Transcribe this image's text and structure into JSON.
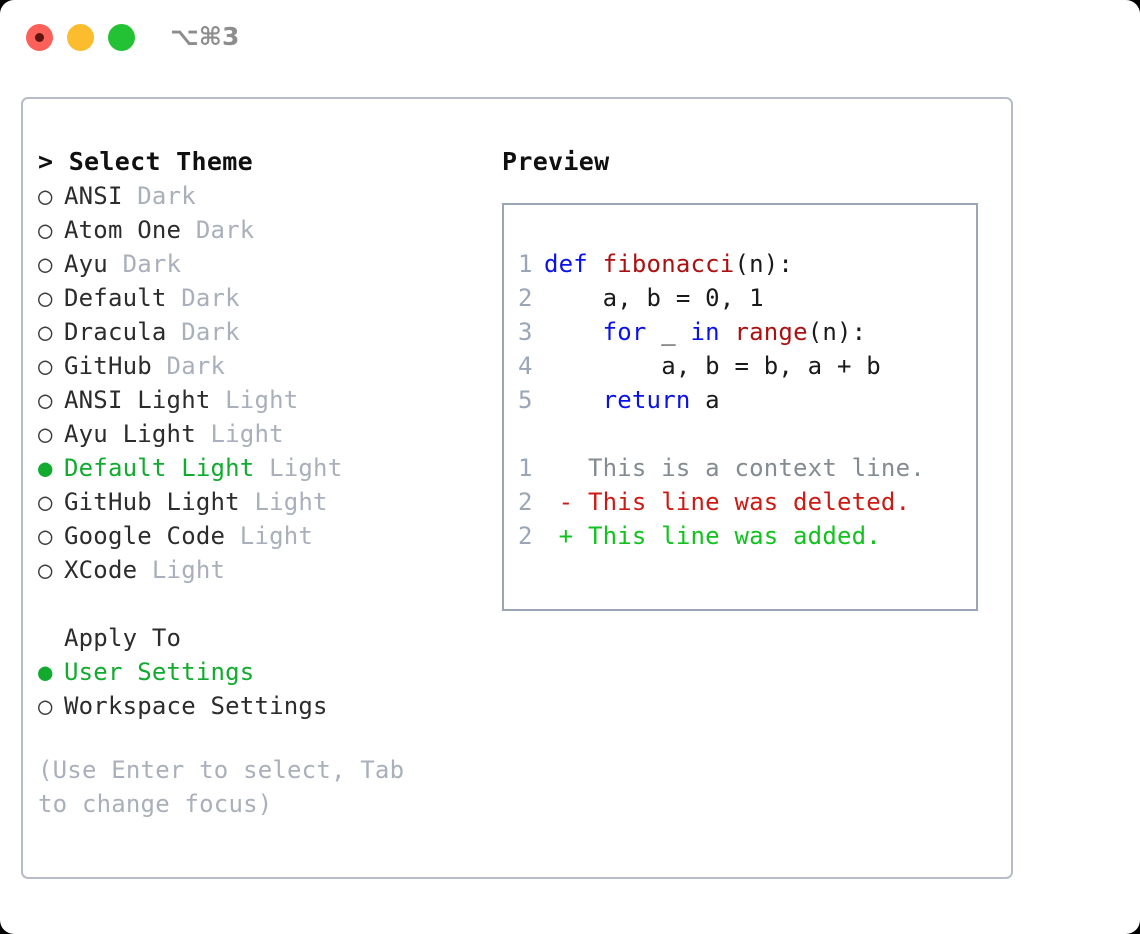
{
  "window": {
    "title": "⌥⌘3",
    "controls": [
      {
        "name": "close",
        "color": "#fb6159"
      },
      {
        "name": "minimize",
        "color": "#fbbd2e"
      },
      {
        "name": "maximize",
        "color": "#23c234"
      }
    ]
  },
  "theme_panel": {
    "heading": "> Select Theme",
    "bullet_off": "○",
    "bullet_on": "●",
    "items": [
      {
        "name": "ANSI",
        "kind": "Dark",
        "selected": false
      },
      {
        "name": "Atom One",
        "kind": "Dark",
        "selected": false
      },
      {
        "name": "Ayu",
        "kind": "Dark",
        "selected": false
      },
      {
        "name": "Default",
        "kind": "Dark",
        "selected": false
      },
      {
        "name": "Dracula",
        "kind": "Dark",
        "selected": false
      },
      {
        "name": "GitHub",
        "kind": "Dark",
        "selected": false
      },
      {
        "name": "ANSI Light",
        "kind": "Light",
        "selected": false
      },
      {
        "name": "Ayu Light",
        "kind": "Light",
        "selected": false
      },
      {
        "name": "Default Light",
        "kind": "Light",
        "selected": true
      },
      {
        "name": "GitHub Light",
        "kind": "Light",
        "selected": false
      },
      {
        "name": "Google Code",
        "kind": "Light",
        "selected": false
      },
      {
        "name": "XCode",
        "kind": "Light",
        "selected": false
      }
    ],
    "apply_to": {
      "heading": "Apply To",
      "options": [
        {
          "name": "User Settings",
          "selected": true
        },
        {
          "name": "Workspace Settings",
          "selected": false
        }
      ]
    },
    "hint": "(Use Enter to select, Tab to change focus)"
  },
  "preview": {
    "heading": "Preview",
    "code_lines": [
      {
        "no": "1",
        "tokens": [
          {
            "t": "def",
            "c": "kw"
          },
          {
            "t": " ",
            "c": "txt"
          },
          {
            "t": "fibonacci",
            "c": "fn"
          },
          {
            "t": "(n):",
            "c": "txt"
          }
        ]
      },
      {
        "no": "2",
        "tokens": [
          {
            "t": "    a, b = 0, 1",
            "c": "txt"
          }
        ]
      },
      {
        "no": "3",
        "tokens": [
          {
            "t": "    ",
            "c": "txt"
          },
          {
            "t": "for",
            "c": "kw"
          },
          {
            "t": " _ ",
            "c": "txt"
          },
          {
            "t": "in",
            "c": "kw"
          },
          {
            "t": " ",
            "c": "txt"
          },
          {
            "t": "range",
            "c": "fn"
          },
          {
            "t": "(n):",
            "c": "txt"
          }
        ]
      },
      {
        "no": "4",
        "tokens": [
          {
            "t": "        a, b = b, a + b",
            "c": "txt"
          }
        ]
      },
      {
        "no": "5",
        "tokens": [
          {
            "t": "    ",
            "c": "txt"
          },
          {
            "t": "return",
            "c": "kw"
          },
          {
            "t": " a",
            "c": "txt"
          }
        ]
      }
    ],
    "diff_lines": [
      {
        "no": "1",
        "tokens": [
          {
            "t": "   This is a context line.",
            "c": "ctx"
          }
        ]
      },
      {
        "no": "2",
        "tokens": [
          {
            "t": " - This line was deleted.",
            "c": "del"
          }
        ]
      },
      {
        "no": "2",
        "tokens": [
          {
            "t": " + This line was added.",
            "c": "add"
          }
        ]
      }
    ]
  },
  "colors": {
    "accent_green": "#12ab2f",
    "keyword_blue": "#0b12e8",
    "function_red": "#ab1111",
    "diff_add": "#12c21e",
    "diff_del": "#cc1b14",
    "muted_gray": "#a9b0bb",
    "panel_border": "#b6bdc9",
    "preview_border": "#9aa5b5"
  }
}
